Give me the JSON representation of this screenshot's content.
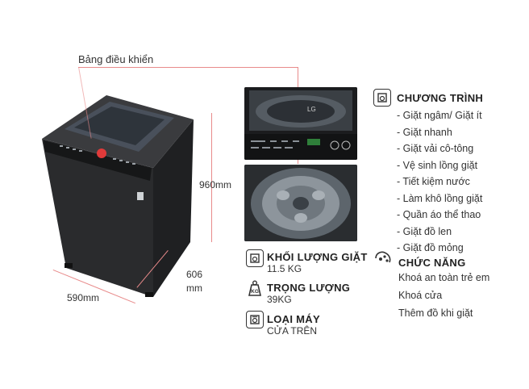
{
  "callout": {
    "control_panel": "Bảng điều khiển"
  },
  "dimensions": {
    "height": "960mm",
    "depth_value": "606",
    "depth_unit": "mm",
    "width": "590mm"
  },
  "specs": {
    "capacity": {
      "title": "KHỐI LƯỢNG GIẶT",
      "value": "11.5 KG"
    },
    "weight": {
      "title": "TRỌNG LƯỢNG",
      "value": "39KG",
      "icon_text": "KG"
    },
    "type": {
      "title": "LOẠI MÁY",
      "value": "CỬA TRÊN"
    }
  },
  "programs": {
    "title": "CHƯƠNG TRÌNH",
    "items": [
      "- Giặt ngâm/ Giặt ít",
      "- Giặt nhanh",
      "- Giặt vải cô-tông",
      "- Vệ sinh lồng giặt",
      "- Tiết kiệm nước",
      "- Làm khô lồng giặt",
      "- Quần áo thể thao",
      "- Giặt đồ len",
      "- Giặt đồ mỏng"
    ]
  },
  "features": {
    "title": "CHỨC NĂNG",
    "items": [
      "Khoá an toàn trẻ em",
      "Khoá cửa",
      "Thêm đồ khi giặt"
    ]
  },
  "brand": {
    "logo": "LG"
  },
  "colors": {
    "accent_red": "#e88a8a",
    "body_black": "#2a2b2d"
  }
}
